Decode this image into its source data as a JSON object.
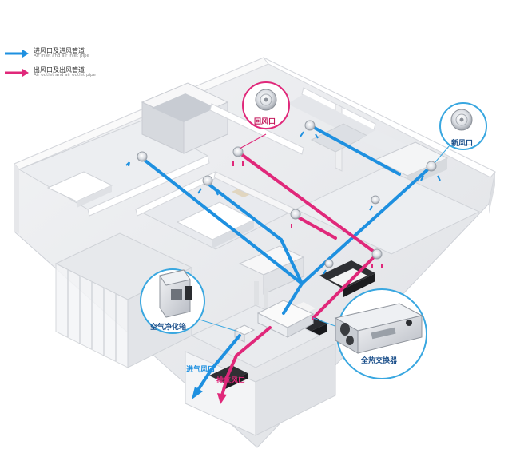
{
  "legend": {
    "inlet": {
      "cn": "进风口及进风管道",
      "en": "Air inlet and air inlet pipe",
      "color": "#1e90e0"
    },
    "outlet": {
      "cn": "出风口及出风管道",
      "en": "Air outlet and air outlet pipe",
      "color": "#e0287a"
    }
  },
  "callouts": {
    "return_vent": "回风口",
    "fresh_vent": "新风口",
    "purifier_box": "空气净化箱",
    "heat_exchanger": "全热交换器"
  },
  "tags": {
    "intake": "进气风口",
    "exhaust": "排气风口"
  },
  "colors": {
    "blue_duct": "#1e90e0",
    "pink_duct": "#e0287a",
    "callout_ring": "#39a7e0",
    "callout_ring_pink": "#e0287a"
  }
}
